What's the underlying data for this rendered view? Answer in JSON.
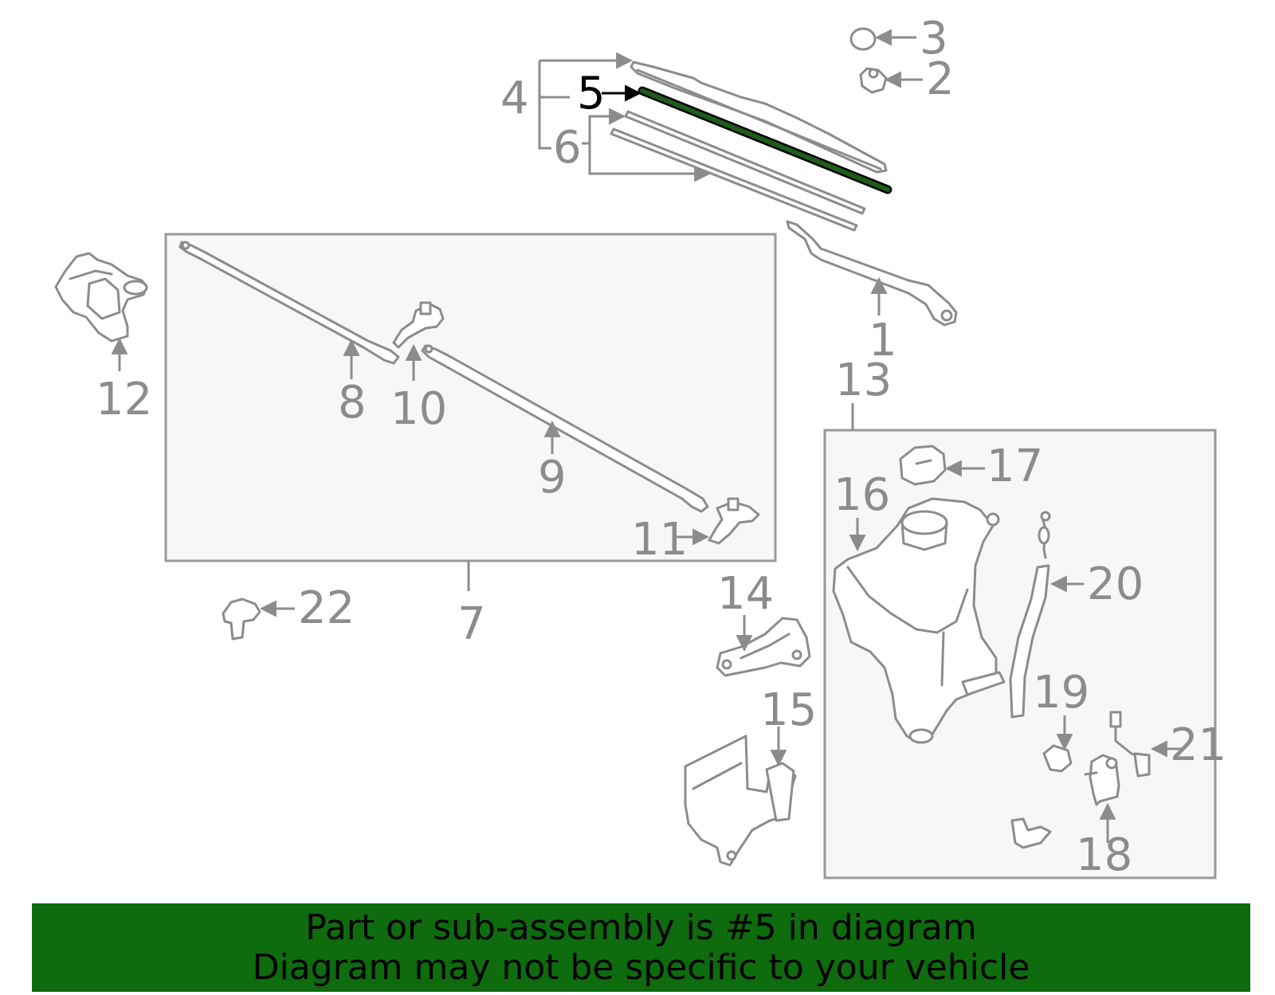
{
  "diagram": {
    "highlighted_part": "5",
    "highlight_color": "#1f5c1a",
    "callouts": [
      "1",
      "2",
      "3",
      "4",
      "5",
      "6",
      "7",
      "8",
      "9",
      "10",
      "11",
      "12",
      "13",
      "14",
      "15",
      "16",
      "17",
      "18",
      "19",
      "20",
      "21",
      "22"
    ]
  },
  "banner": {
    "background_color": "#0e6b0e",
    "line1": "Part or sub-assembly is #5 in diagram",
    "line2": "Diagram may not be specific to your vehicle"
  }
}
